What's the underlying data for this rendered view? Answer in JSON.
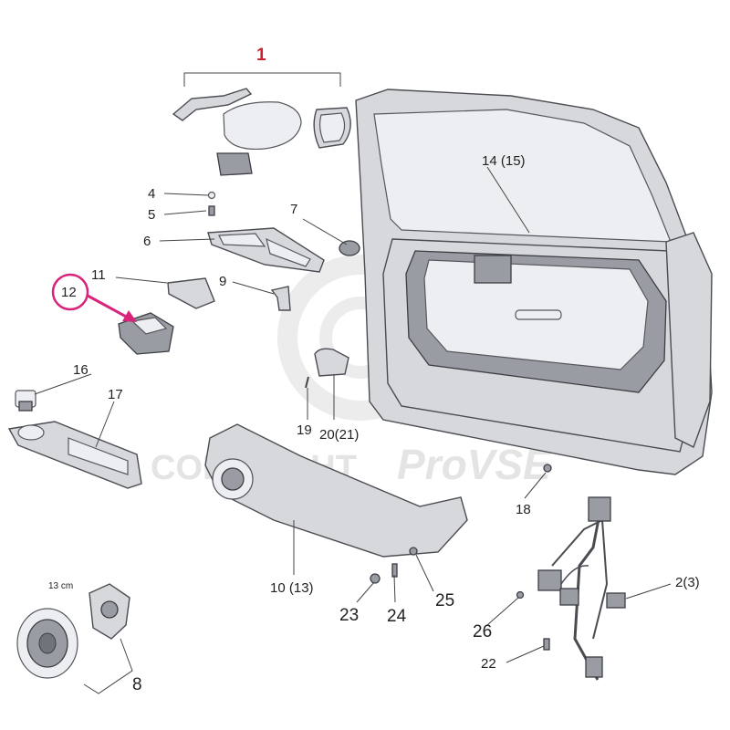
{
  "watermark": {
    "text_copyright": "COPYRIGHT",
    "text_brand": "ProVSE"
  },
  "size_note": "13 cm",
  "callouts": [
    {
      "id": "c1",
      "label": "1",
      "highlight": "red"
    },
    {
      "id": "c2",
      "label": "2(3)"
    },
    {
      "id": "c4",
      "label": "4"
    },
    {
      "id": "c5",
      "label": "5"
    },
    {
      "id": "c6",
      "label": "6"
    },
    {
      "id": "c7",
      "label": "7"
    },
    {
      "id": "c8",
      "label": "8"
    },
    {
      "id": "c9",
      "label": "9"
    },
    {
      "id": "c10",
      "label": "10 (13)"
    },
    {
      "id": "c11",
      "label": "11"
    },
    {
      "id": "c12",
      "label": "12",
      "highlight": "pink-circle"
    },
    {
      "id": "c14",
      "label": "14 (15)"
    },
    {
      "id": "c16",
      "label": "16"
    },
    {
      "id": "c17",
      "label": "17"
    },
    {
      "id": "c18",
      "label": "18"
    },
    {
      "id": "c19",
      "label": "19"
    },
    {
      "id": "c20",
      "label": "20(21)"
    },
    {
      "id": "c22",
      "label": "22"
    },
    {
      "id": "c23",
      "label": "23"
    },
    {
      "id": "c24",
      "label": "24"
    },
    {
      "id": "c25",
      "label": "25"
    },
    {
      "id": "c26",
      "label": "26"
    }
  ],
  "colors": {
    "accent_red": "#cc2033",
    "highlight_pink": "#d8247a",
    "part_fill": "#d6d8dc",
    "part_stroke": "#4a4c52",
    "watermark": "#e4e4e4"
  }
}
